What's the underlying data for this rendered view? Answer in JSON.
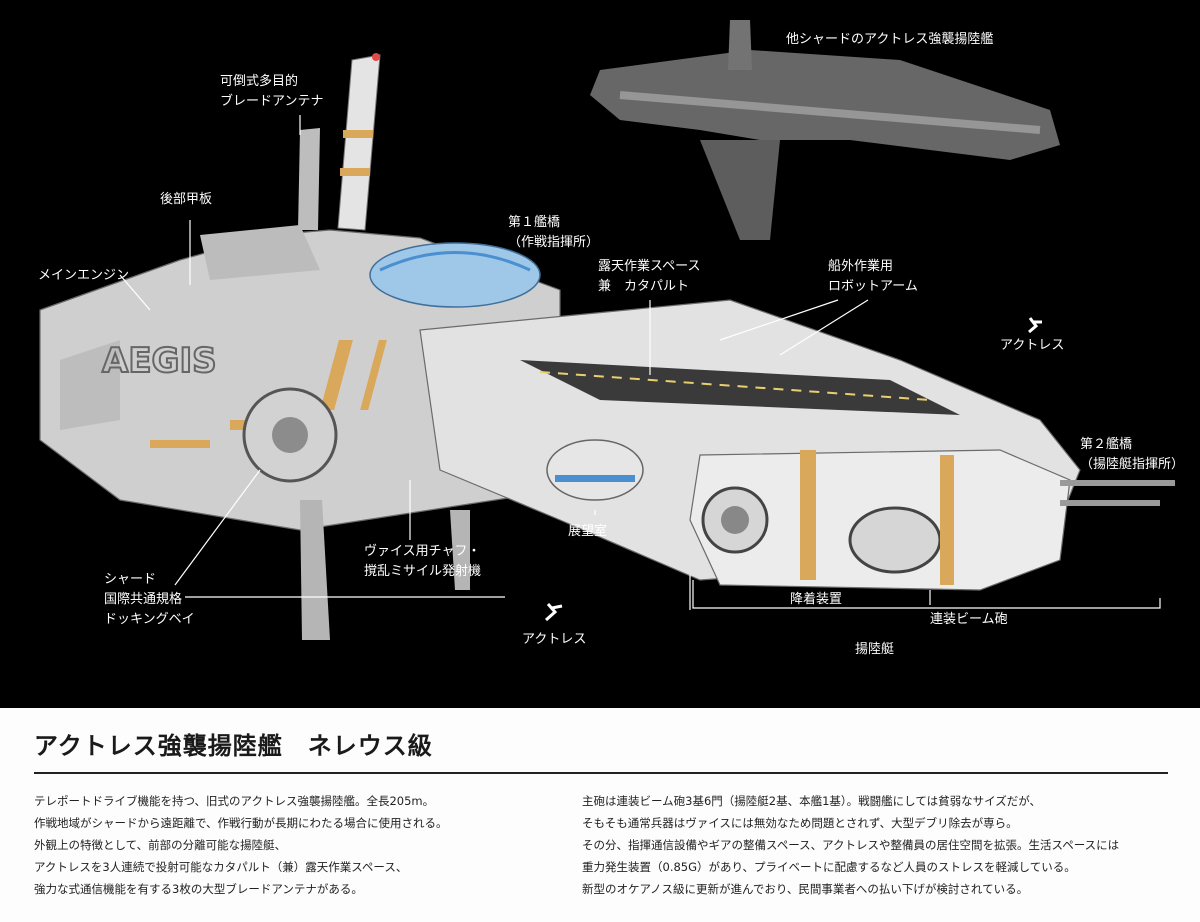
{
  "labels": {
    "antenna": [
      "可倒式多目的",
      "ブレードアンテナ"
    ],
    "rear_deck": "後部甲板",
    "main_engine": "メインエンジン",
    "bridge1": [
      "第１艦橋",
      "（作戦指揮所）"
    ],
    "open_deck": [
      "露天作業スペース",
      "兼　カタパルト"
    ],
    "robot_arm": [
      "船外作業用",
      "ロボットアーム"
    ],
    "actress_right": "アクトレス",
    "other_ship": "他シャードのアクトレス強襲揚陸艦",
    "bridge2": [
      "第２艦橋",
      "（揚陸艇指揮所）"
    ],
    "observation": "展望室",
    "chaff": [
      "ヴァイス用チャフ・",
      "撹乱ミサイル発射機"
    ],
    "docking": [
      "シャード",
      "国際共通規格",
      "ドッキングベイ"
    ],
    "actress_bottom": "アクトレス",
    "landing_gear": "降着装置",
    "beam_cannon": "連装ビーム砲",
    "landing_craft": "揚陸艇",
    "hull_marking": "AEGIS"
  },
  "panel": {
    "title": "アクトレス強襲揚陸艦　ネレウス級",
    "left": [
      "テレポートドライブ機能を持つ、旧式のアクトレス強襲揚陸艦。全長205m。",
      "作戦地域がシャードから遠距離で、作戦行動が長期にわたる場合に使用される。",
      "外観上の特徴として、前部の分離可能な揚陸艇、",
      "アクトレスを3人連続で投射可能なカタパルト（兼）露天作業スペース、",
      "強力な式通信機能を有する3枚の大型ブレードアンテナがある。"
    ],
    "right": [
      "主砲は連装ビーム砲3基6門（揚陸艇2基、本艦1基）。戦闘艦にしては貧弱なサイズだが、",
      "そもそも通常兵器はヴァイスには無効なため問題とされず、大型デブリ除去が専ら。",
      "その分、指揮通信設備やギアの整備スペース、アクトレスや整備員の居住空間を拡張。生活スペースには",
      "重力発生装置（0.85G）があり、プライベートに配慮するなど人員のストレスを軽減している。",
      "新型のオケアノス級に更新が進んでおり、民間事業者への払い下げが検討されている。"
    ]
  },
  "colors": {
    "hull": "#d9d9d9",
    "accent": "#d9a85a",
    "window": "#4a8fd0",
    "background": "#000000"
  }
}
